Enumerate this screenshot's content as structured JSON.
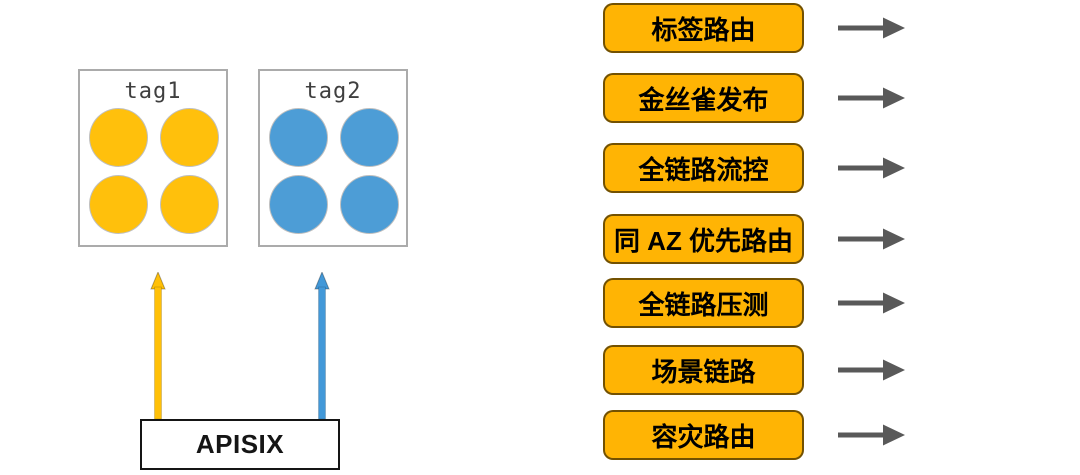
{
  "diagram": {
    "colors": {
      "orange_button": "#ffb404",
      "orange_circle": "#ffc00c",
      "orange_arrow": "#ffc008",
      "blue_circle": "#4d9dd6",
      "blue_arrow": "#4298d8",
      "gray_arrow": "#595959",
      "box_border": "#ababab"
    },
    "clusters": [
      {
        "label": "tag1",
        "circle_count": 4,
        "circle_color": "#ffc00c"
      },
      {
        "label": "tag2",
        "circle_count": 4,
        "circle_color": "#4d9dd6"
      }
    ],
    "gateway": {
      "label": "APISIX"
    },
    "features": [
      {
        "label": "标签路由"
      },
      {
        "label": "金丝雀发布"
      },
      {
        "label": "全链路流控"
      },
      {
        "label": "同 AZ 优先路由"
      },
      {
        "label": "全链路压测"
      },
      {
        "label": "场景链路"
      },
      {
        "label": "容灾路由"
      }
    ]
  }
}
